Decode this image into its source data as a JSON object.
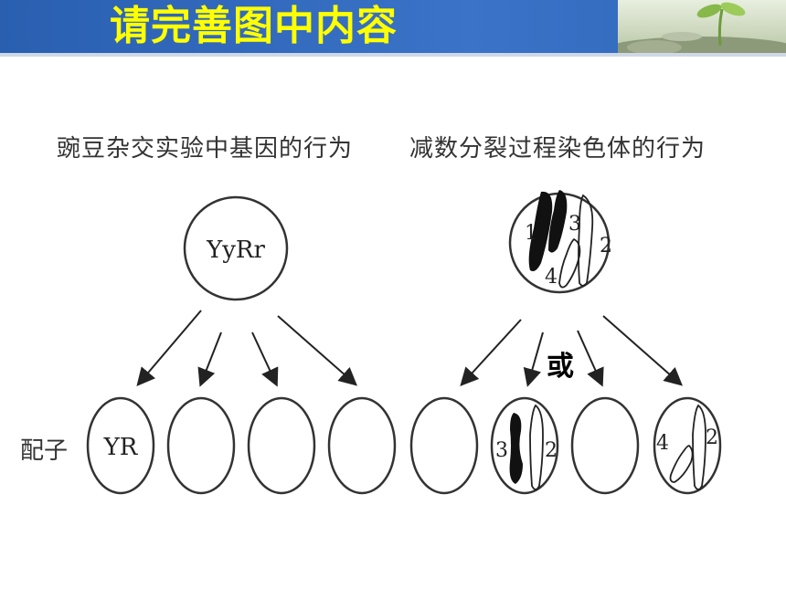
{
  "header": {
    "title": "请完善图中内容"
  },
  "left": {
    "heading": "豌豆杂交实验中基因的行为",
    "parent_genotype": "YyRr",
    "gametes": [
      "YR",
      "",
      "",
      ""
    ]
  },
  "right": {
    "heading": "减数分裂过程染色体的行为",
    "parent_numbers": [
      "1",
      "2",
      "3",
      "4"
    ],
    "or_label": "或",
    "gamete_a_numbers": [
      "3",
      "2"
    ],
    "gamete_b_numbers": [
      "4",
      "2"
    ]
  },
  "row_label": "配子"
}
